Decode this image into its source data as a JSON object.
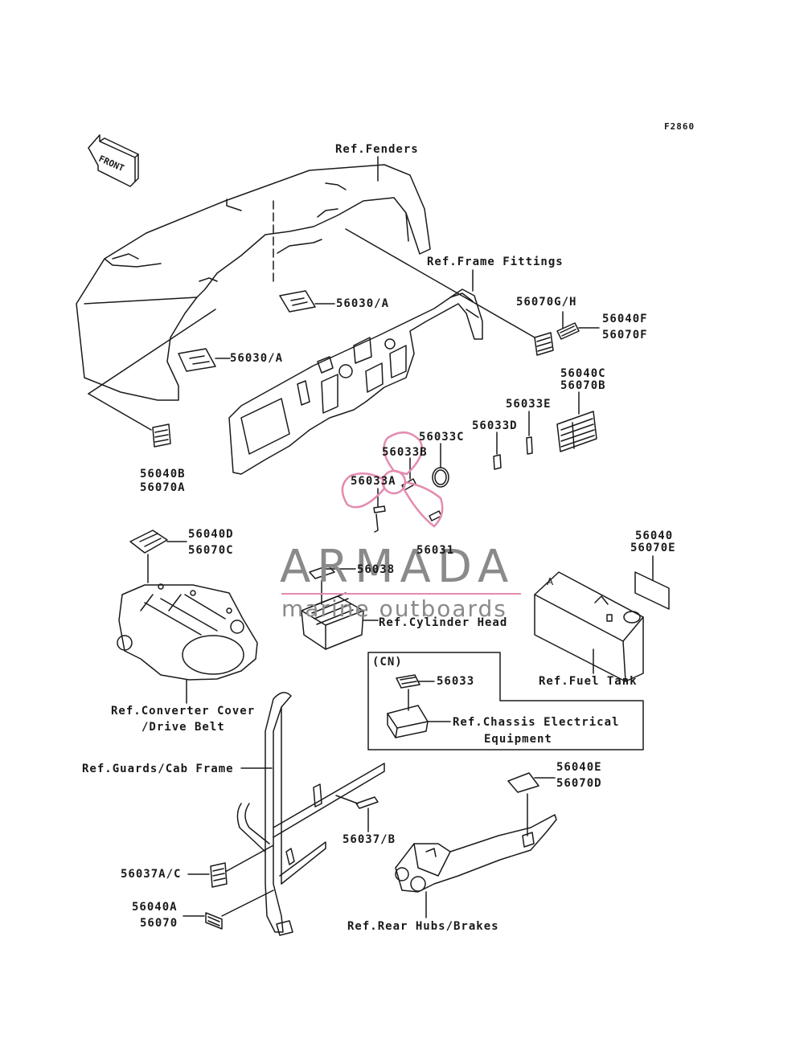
{
  "diagram_code": "F2860",
  "front_marker": "FRONT",
  "watermark": {
    "title": "ARMADA",
    "subtitle": "marine outboards",
    "accent_color": "#e48ab0"
  },
  "colors": {
    "line": "#1a1a1a",
    "watermark": "#8a8a8a"
  },
  "labels": {
    "ref_fenders": "Ref.Fenders",
    "ref_frame_fittings": "Ref.Frame Fittings",
    "p56030A_top": "56030/A",
    "p56030A_left": "56030/A",
    "p56070GH": "56070G/H",
    "p56040F": "56040F",
    "p56070F": "56070F",
    "p56040C": "56040C",
    "p56070B": "56070B",
    "p56033E": "56033E",
    "p56033D": "56033D",
    "p56033C": "56033C",
    "p56033B": "56033B",
    "p56033A": "56033A",
    "p56040B": "56040B",
    "p56070A": "56070A",
    "p56040D": "56040D",
    "p56070C": "56070C",
    "p56031": "56031",
    "p56038": "56038",
    "ref_cylinder_head": "Ref.Cylinder Head",
    "p56040": "56040",
    "p56070E": "56070E",
    "ref_fuel_tank": "Ref.Fuel Tank",
    "cn": "(CN)",
    "p56033": "56033",
    "ref_chassis_1": "Ref.Chassis Electrical",
    "ref_chassis_2": "Equipment",
    "ref_converter_1": "Ref.Converter Cover",
    "ref_converter_2": "/Drive Belt",
    "ref_guards": "Ref.Guards/Cab Frame",
    "p56040E": "56040E",
    "p56070D": "56070D",
    "p56037B": "56037/B",
    "p56037AC": "56037A/C",
    "p56040A": "56040A",
    "p56070": "56070",
    "ref_rear_hubs": "Ref.Rear Hubs/Brakes"
  }
}
